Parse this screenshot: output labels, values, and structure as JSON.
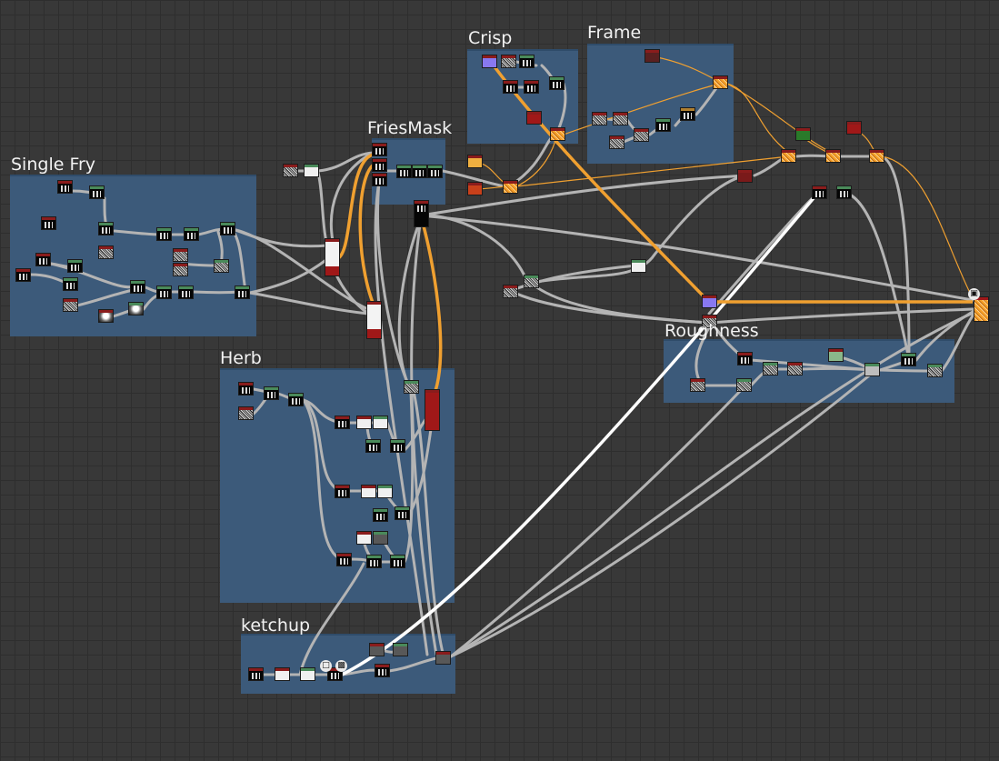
{
  "frames": {
    "crisp": "Crisp",
    "frame": "Frame",
    "fries_mask": "FriesMask",
    "single_fry": "Single Fry",
    "herb": "Herb",
    "roughness": "Roughness",
    "ketchup": "ketchup"
  },
  "icons": {
    "output_icon": "cube-icon",
    "ketchup_badges": [
      "document-icon",
      "graph-icon"
    ]
  },
  "colors": {
    "frame_fill": "#3c5a7a",
    "selected_wire": "#f0a030",
    "highlight_wire": "#ffffff",
    "wire": "#b4b4b4"
  }
}
